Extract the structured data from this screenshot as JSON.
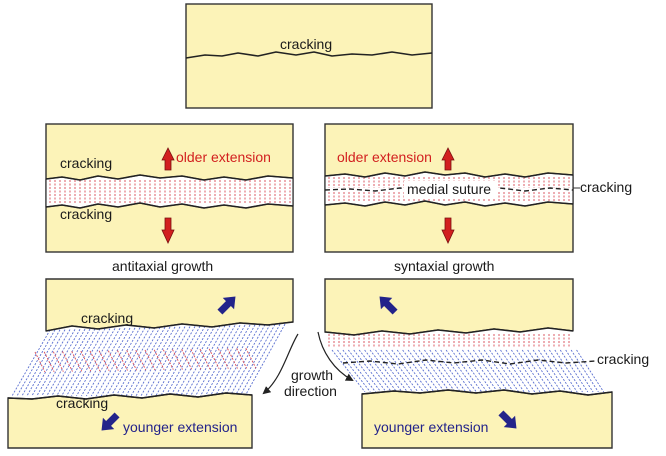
{
  "colors": {
    "block_fill": "#fcf3b8",
    "outline": "#333333",
    "older_extension": "#d21f1f",
    "younger_extension": "#23238a",
    "fiber_red": "#d84a55",
    "fiber_blue": "#5a6fd0"
  },
  "top_panel": {
    "crack_label": "cracking"
  },
  "antitaxial": {
    "upper_crack_label": "cracking",
    "lower_crack_label": "cracking",
    "extension_label": "older extension",
    "caption": "antitaxial growth"
  },
  "syntaxial": {
    "extension_label": "older extension",
    "suture_label": "medial suture",
    "crack_label": "cracking",
    "caption": "syntaxial growth"
  },
  "bottom_left": {
    "upper_crack_label": "cracking",
    "lower_crack_label": "cracking",
    "extension_label": "younger extension"
  },
  "bottom_right": {
    "crack_label": "cracking",
    "extension_label": "younger extension"
  },
  "growth_direction": {
    "line1": "growth",
    "line2": "direction"
  },
  "arrow_icons": {
    "older": "red-arrow-icon",
    "younger": "blue-arrow-icon"
  }
}
